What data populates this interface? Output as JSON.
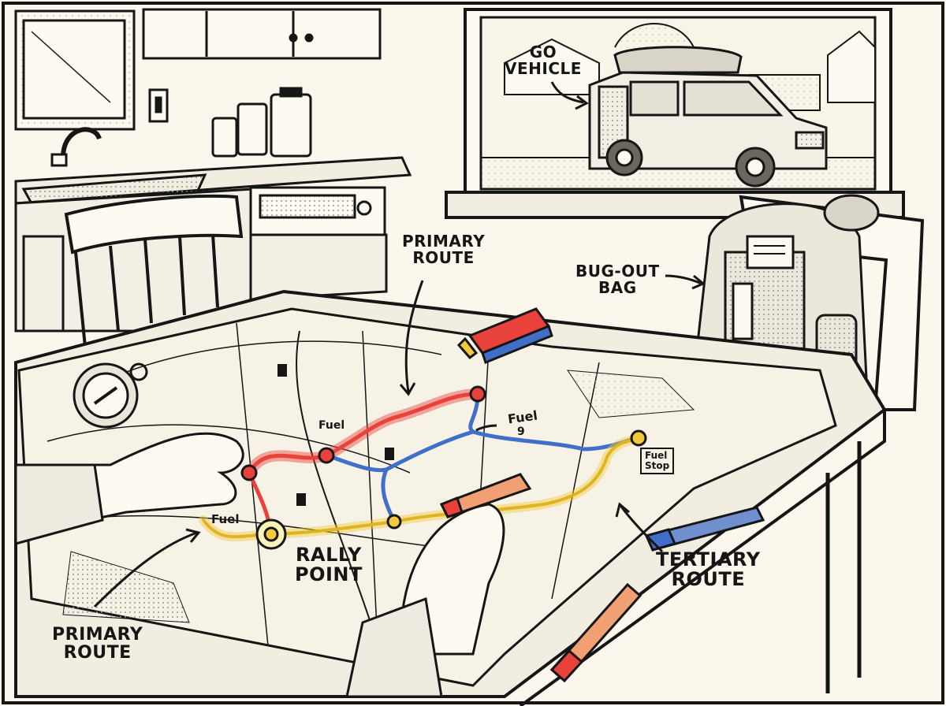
{
  "labels": {
    "go_vehicle": [
      "GO",
      "VEHICLE"
    ],
    "primary_route_top": [
      "PRIMARY",
      "ROUTE"
    ],
    "bug_out_bag": [
      "BUG-OUT",
      "BAG"
    ],
    "rally_point": [
      "RALLY",
      "POINT"
    ],
    "tertiary_route": [
      "TERTIARY",
      "ROUTE"
    ],
    "primary_route_bottom": [
      "PRIMARY",
      "ROUTE"
    ]
  },
  "map_notes": {
    "fuel_1": "Fuel",
    "fuel_2": "Fuel",
    "fuel_2_sub": "9",
    "fuel_3": "Fuel",
    "fuel_stop": [
      "Fuel",
      "Stop"
    ]
  },
  "colors": {
    "ink": "#161616",
    "paper": "#fbf7ec",
    "route_red": "#e8423a",
    "route_blue": "#3f6fc8",
    "route_yellow": "#f1c93b",
    "map_paper": "#f6f2e6"
  }
}
